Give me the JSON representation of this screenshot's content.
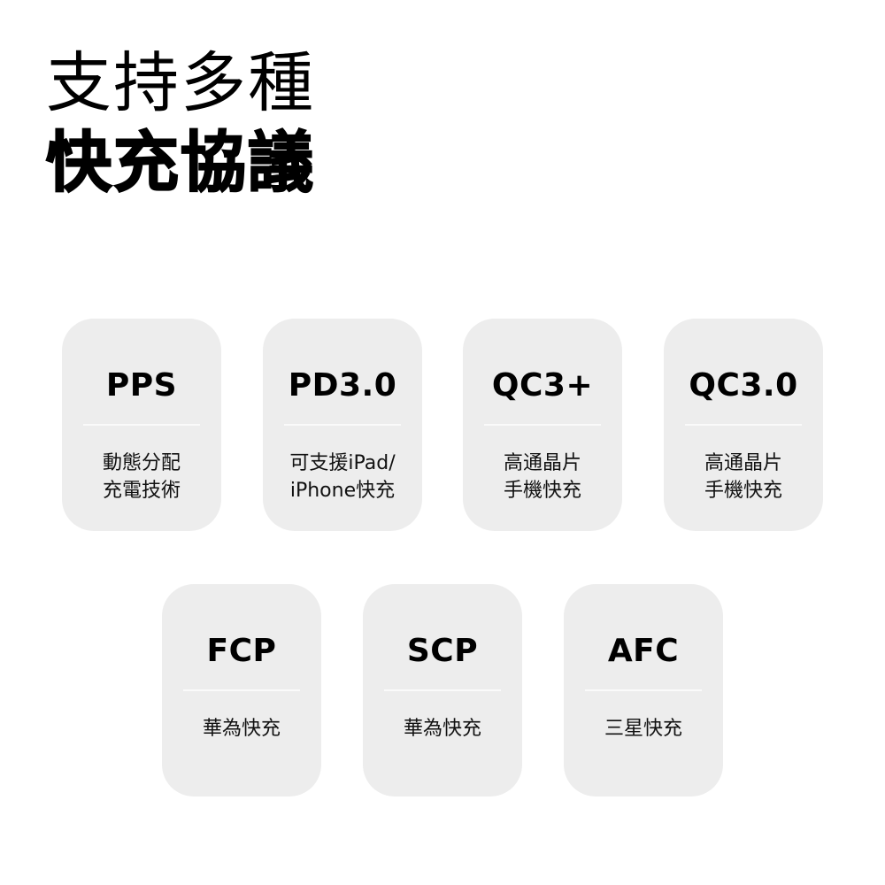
{
  "headline": {
    "line1": "支持多種",
    "line2": "快充協議"
  },
  "colors": {
    "background": "#ffffff",
    "card": "#ededed",
    "divider": "#fafafa",
    "text": "#000000"
  },
  "cards": [
    {
      "protocol": "PPS",
      "desc_line1": "動態分配",
      "desc_line2": "充電技術"
    },
    {
      "protocol": "PD3.0",
      "desc_line1": "可支援iPad/",
      "desc_line2": "iPhone快充"
    },
    {
      "protocol": "QC3+",
      "desc_line1": "高通晶片",
      "desc_line2": "手機快充"
    },
    {
      "protocol": "QC3.0",
      "desc_line1": "高通晶片",
      "desc_line2": "手機快充"
    },
    {
      "protocol": "FCP",
      "desc_line1": "華為快充"
    },
    {
      "protocol": "SCP",
      "desc_line1": "華為快充"
    },
    {
      "protocol": "AFC",
      "desc_line1": "三星快充"
    }
  ]
}
